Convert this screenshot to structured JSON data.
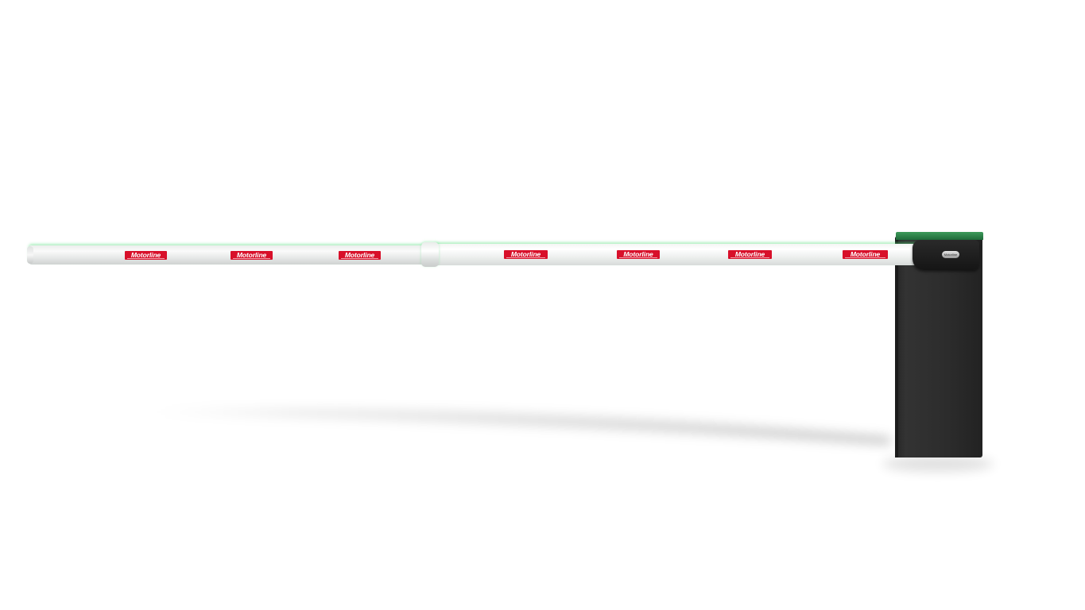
{
  "scene": {
    "subject": "barrier-gate",
    "brand_colors": {
      "logo_red": "#d8102a",
      "cabinet": "#2c2c2c",
      "light_strip_green": "#3d9a5a",
      "boom_white": "#f4f5f4"
    }
  },
  "boom": {
    "decals": [
      {
        "label": "Motorline"
      },
      {
        "label": "Motorline"
      },
      {
        "label": "Motorline"
      },
      {
        "label": "Motorline"
      },
      {
        "label": "Motorline"
      },
      {
        "label": "Motorline"
      },
      {
        "label": "Motorline"
      }
    ]
  },
  "cabinet": {
    "badge_label": "Motorline"
  }
}
